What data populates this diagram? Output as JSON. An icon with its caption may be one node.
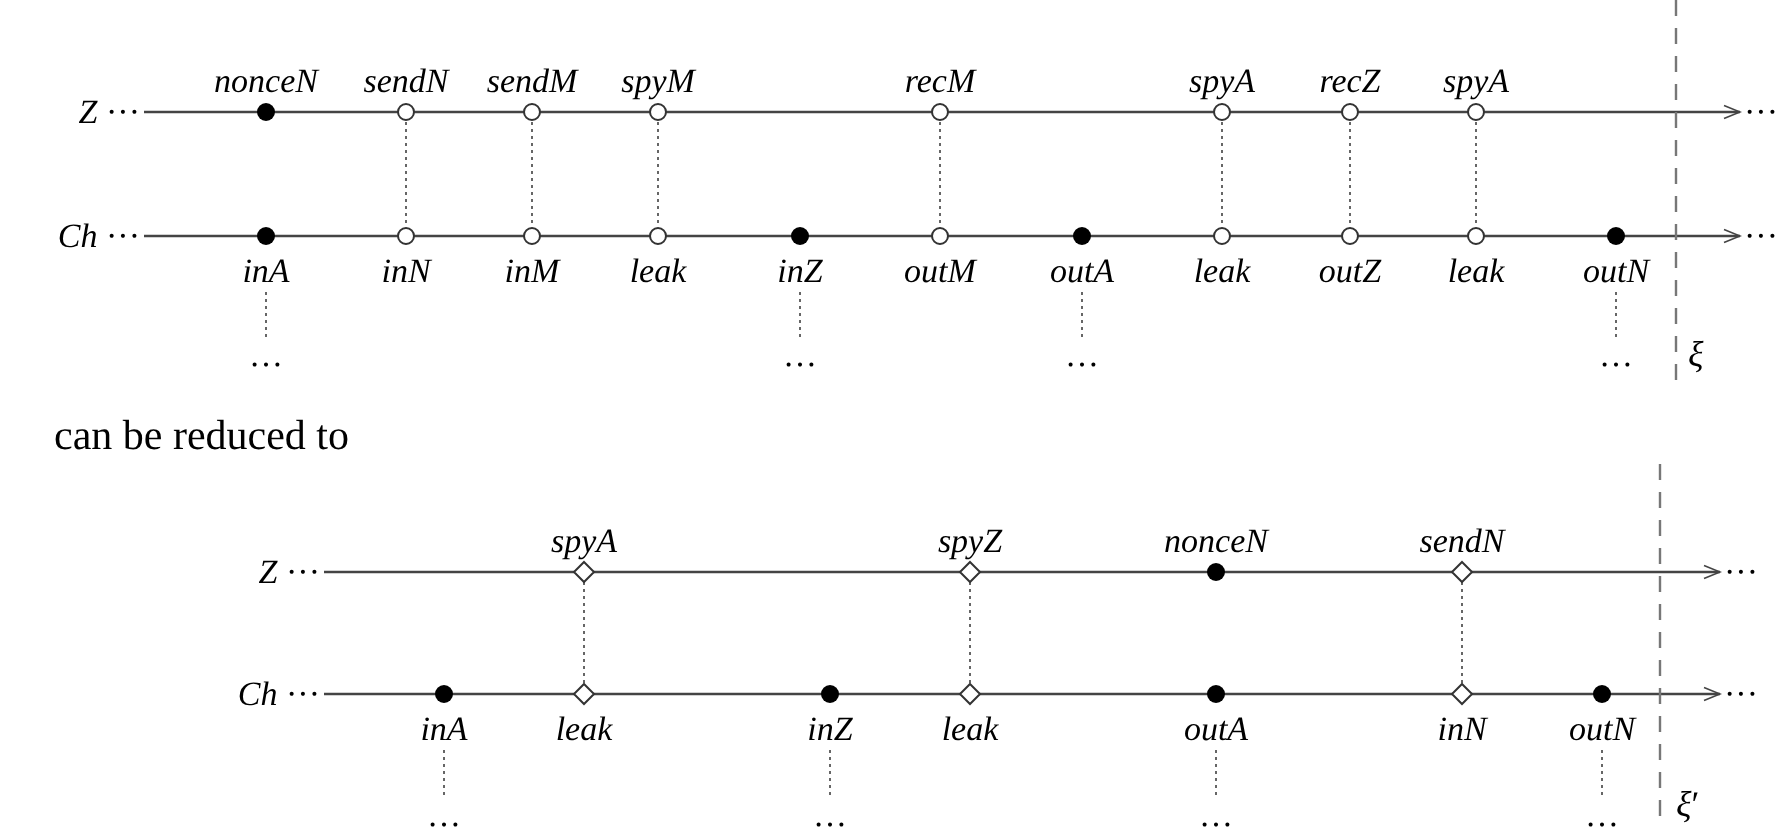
{
  "diagram": {
    "nodes": [
      {
        "text": [],
        "shape": "dot",
        "beside": [
          "nonceN"
        ]
      },
      {
        "text": [],
        "shape": "circle",
        "beside": [
          "sendN"
        ]
      },
      {
        "text": [],
        "shape": "circle",
        "beside": [
          "sendM"
        ]
      },
      {
        "text": [],
        "shape": "circle",
        "beside": [
          "spyM"
        ]
      },
      {
        "text": [],
        "shape": "circle",
        "beside": [
          "recM"
        ]
      },
      {
        "text": [],
        "shape": "circle",
        "beside": [
          "spyA"
        ]
      },
      {
        "text": [],
        "shape": "circle",
        "beside": [
          "recZ"
        ]
      },
      {
        "text": [],
        "shape": "circle",
        "beside": [
          "spyA"
        ]
      },
      {
        "text": [],
        "shape": "dot",
        "beside": [
          "inA"
        ]
      },
      {
        "text": [],
        "shape": "circle",
        "beside": [
          "inN"
        ]
      },
      {
        "text": [],
        "shape": "circle",
        "beside": [
          "inM"
        ]
      },
      {
        "text": [],
        "shape": "circle",
        "beside": [
          "leak"
        ]
      },
      {
        "text": [],
        "shape": "dot",
        "beside": [
          "inZ"
        ]
      },
      {
        "text": [],
        "shape": "circle",
        "beside": [
          "outM"
        ]
      },
      {
        "text": [],
        "shape": "dot",
        "beside": [
          "outA"
        ]
      },
      {
        "text": [],
        "shape": "circle",
        "beside": [
          "leak"
        ]
      },
      {
        "text": [],
        "shape": "circle",
        "beside": [
          "outZ"
        ]
      },
      {
        "text": [],
        "shape": "circle",
        "beside": [
          "leak"
        ]
      },
      {
        "text": [],
        "shape": "dot",
        "beside": [
          "outN"
        ]
      },
      {
        "text": [
          "…"
        ]
      },
      {
        "text": [
          "…"
        ]
      },
      {
        "text": [
          "…"
        ]
      },
      {
        "text": [
          "…"
        ]
      },
      {
        "text": [],
        "shape": "diamond",
        "beside": [
          "spyA"
        ]
      },
      {
        "text": [],
        "shape": "diamond",
        "beside": [
          "spyZ"
        ]
      },
      {
        "text": [],
        "shape": "dot",
        "beside": [
          "nonceN"
        ]
      },
      {
        "text": [],
        "shape": "diamond",
        "beside": [
          "sendN"
        ]
      },
      {
        "text": [],
        "shape": "dot",
        "beside": [
          "inA"
        ]
      },
      {
        "text": [],
        "shape": "diamond",
        "beside": [
          "leak"
        ]
      },
      {
        "text": [],
        "shape": "dot",
        "beside": [
          "inZ"
        ]
      },
      {
        "text": [],
        "shape": "diamond",
        "beside": [
          "leak"
        ]
      },
      {
        "text": [],
        "shape": "dot",
        "beside": [
          "outA"
        ]
      },
      {
        "text": [],
        "shape": "diamond",
        "beside": [
          "inN"
        ]
      },
      {
        "text": [],
        "shape": "dot",
        "beside": [
          "outN"
        ]
      },
      {
        "text": [
          "…"
        ]
      },
      {
        "text": [
          "…"
        ]
      },
      {
        "text": [
          "…"
        ]
      },
      {
        "text": [
          "…"
        ]
      }
    ],
    "edges": [
      {
        "from": 1,
        "to": 9,
        "arrow": "none",
        "style": "dashed"
      },
      {
        "from": 2,
        "to": 10,
        "arrow": "none",
        "style": "dashed"
      },
      {
        "from": 3,
        "to": 11,
        "arrow": "none",
        "style": "dashed"
      },
      {
        "from": 4,
        "to": 13,
        "arrow": "none",
        "style": "dashed"
      },
      {
        "from": 5,
        "to": 15,
        "arrow": "none",
        "style": "dashed"
      },
      {
        "from": 6,
        "to": 16,
        "arrow": "none",
        "style": "dashed"
      },
      {
        "from": 7,
        "to": 17,
        "arrow": "none",
        "style": "dashed"
      },
      {
        "from": 8,
        "to": 19,
        "arrow": "none",
        "style": "dashed"
      },
      {
        "from": 12,
        "to": 20,
        "arrow": "none",
        "style": "dashed"
      },
      {
        "from": 14,
        "to": 21,
        "arrow": "none",
        "style": "dashed"
      },
      {
        "from": 18,
        "to": 22,
        "arrow": "none",
        "style": "dashed"
      },
      {
        "from": 23,
        "to": 28,
        "arrow": "none",
        "style": "dashed"
      },
      {
        "from": 24,
        "to": 30,
        "arrow": "none",
        "style": "dashed"
      },
      {
        "from": 26,
        "to": 32,
        "arrow": "none",
        "style": "dashed"
      },
      {
        "from": 27,
        "to": 34,
        "arrow": "none",
        "style": "dashed"
      },
      {
        "from": 29,
        "to": 35,
        "arrow": "none",
        "style": "dashed"
      },
      {
        "from": 31,
        "to": 36,
        "arrow": "none",
        "style": "dashed"
      },
      {
        "from": 33,
        "to": 37,
        "arrow": "none",
        "style": "dashed"
      }
    ],
    "labels": [
      "*Z* ···",
      "···",
      "*Ch* ···",
      "···",
      "*ξ*",
      "can be reduced to",
      "*Z* ···",
      "···",
      "*Ch* ···",
      "···",
      "*ξ*′"
    ]
  }
}
